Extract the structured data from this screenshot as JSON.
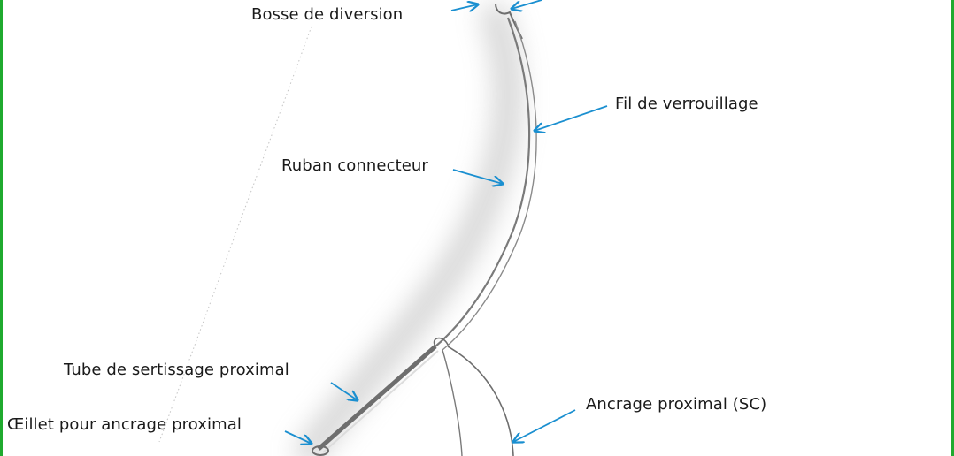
{
  "colors": {
    "frame": "#1faa2e",
    "arrow": "#1a8fd0",
    "device": "#6e6e6e"
  },
  "labels": {
    "bosse": "Bosse de diversion",
    "fil": "Fil de verrouillage",
    "ruban": "Ruban connecteur",
    "tube": "Tube de sertissage proximal",
    "oeillet": "Œillet pour ancrage proximal",
    "ancrage": "Ancrage proximal (SC)"
  }
}
